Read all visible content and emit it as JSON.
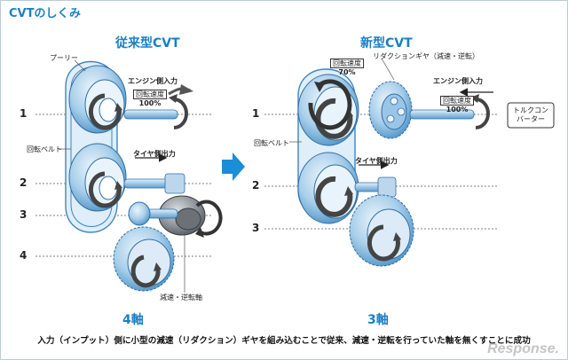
{
  "header": "CVTのしくみ",
  "left": {
    "title": "従来型CVT",
    "pulley": "プーリー",
    "engine_input": "エンジン側入力",
    "rotation_speed": "回転速度",
    "rotation_value": "100%",
    "belt": "回転ベルト",
    "tire_output": "タイヤ側出力",
    "reduction_shaft": "減速・逆転軸",
    "axis_count": "4軸",
    "shaft_numbers": [
      "1",
      "2",
      "3",
      "4"
    ]
  },
  "right": {
    "title": "新型CVT",
    "reduction_gear": "リダクションギヤ（減速・逆転）",
    "rotation_speed": "回転速度",
    "rotation_value_gear": "70%",
    "engine_input": "エンジン側入力",
    "rotation_value_input": "100%",
    "torque_converter": "トルクコンバーター",
    "belt": "回転ベルト",
    "tire_output": "タイヤ側出力",
    "axis_count": "3軸",
    "shaft_numbers": [
      "1",
      "2",
      "3"
    ]
  },
  "caption": "入力（インプット）側に小型の減速（リダクション）ギヤを組み込むことで従来、減速・逆転を行っていた軸を無くすことに成功",
  "watermark": "Response.",
  "colors": {
    "accent": "#1a7fc4",
    "part_blue": "#5aa4d8",
    "part_light": "#cfe3f2",
    "dark_gray": "#4a4a4a",
    "mid_gray": "#8a8f95"
  }
}
